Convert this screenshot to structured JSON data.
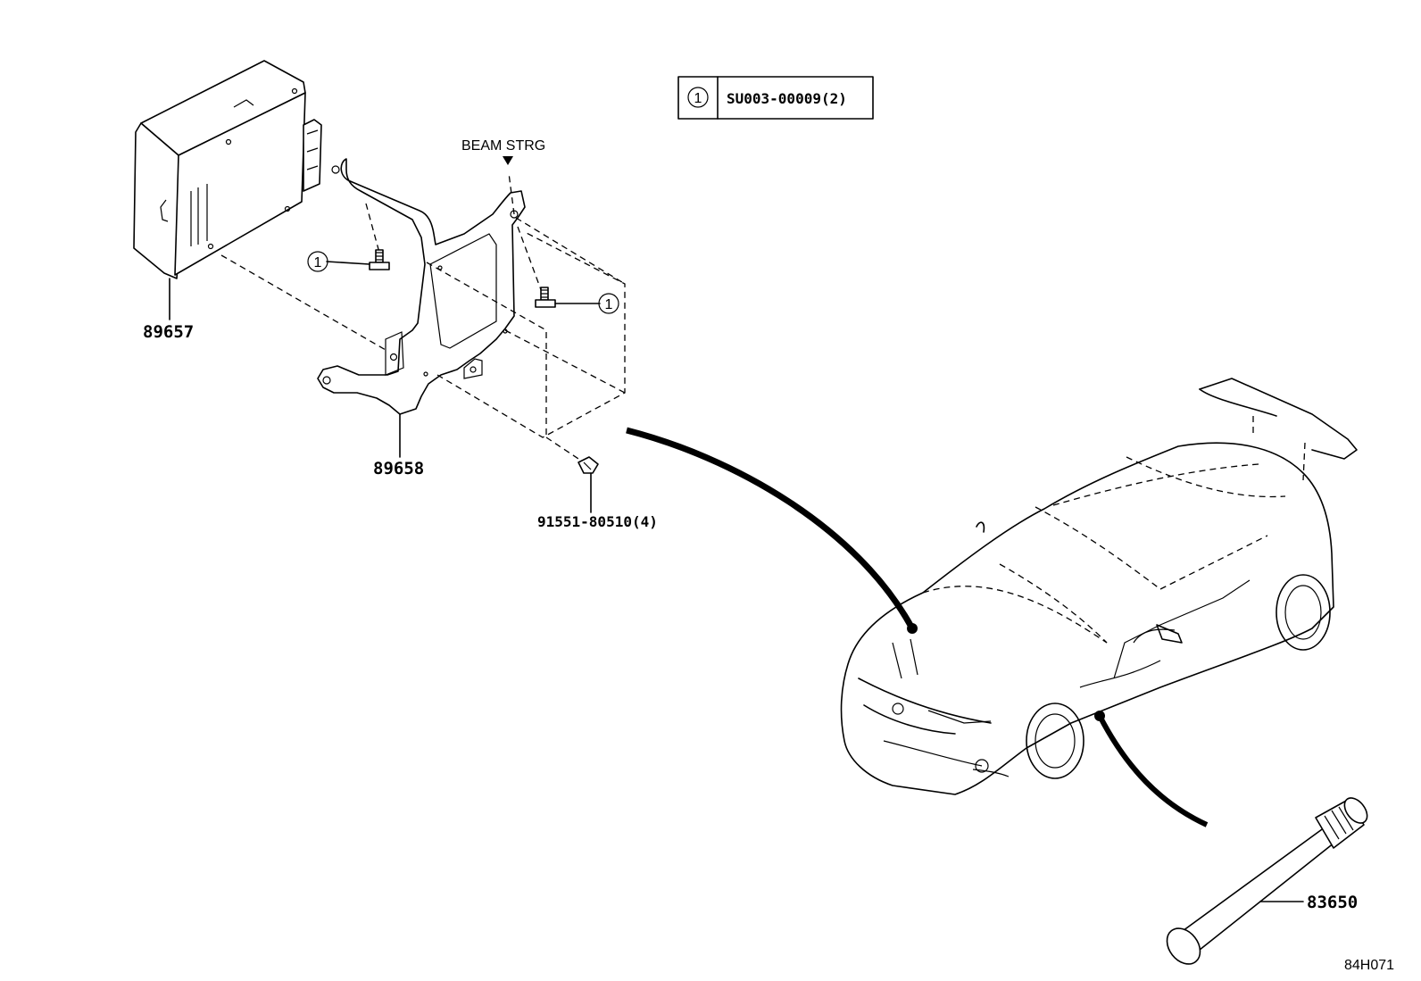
{
  "legend": {
    "ref_number": "1",
    "part_code": "SU003-00009(2)"
  },
  "labels": {
    "beam_strg": "BEAM STRG",
    "part_89657": "89657",
    "part_89658": "89658",
    "part_91551": "91551-80510(4)",
    "part_83650": "83650",
    "diagram_id": "84H071"
  },
  "callouts": {
    "bolt_left_ref": "1",
    "bolt_right_ref": "1"
  }
}
